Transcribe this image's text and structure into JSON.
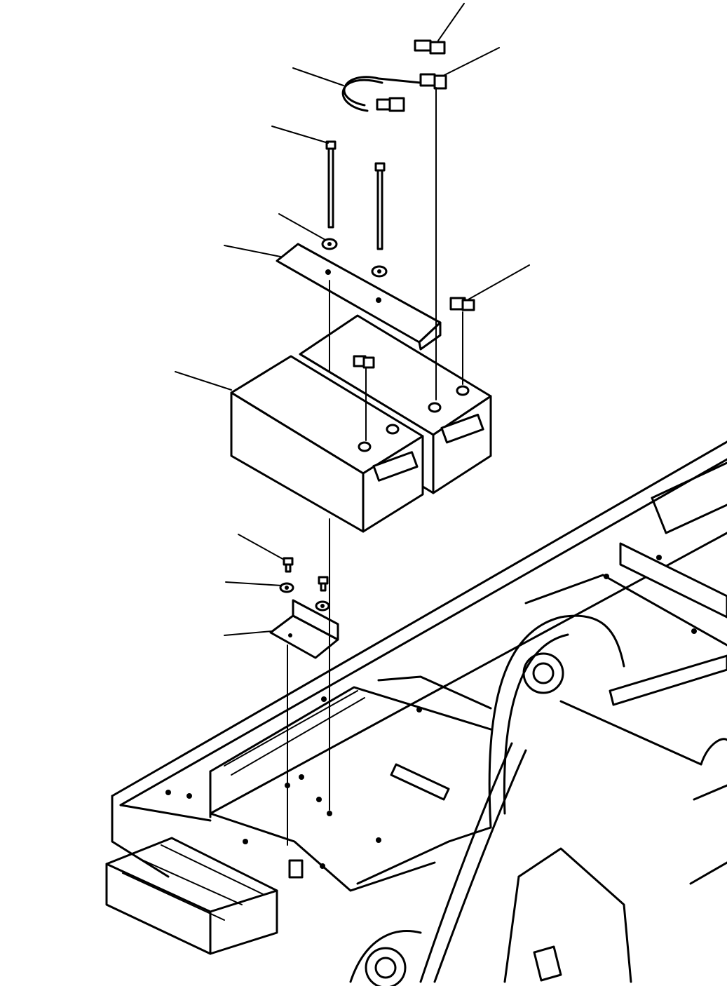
{
  "diagram": {
    "kind": "exploded-parts-view",
    "labels_printed": false,
    "parts": [
      {
        "id": "top-connector",
        "icon": "connector-icon"
      },
      {
        "id": "ground-cable",
        "icon": "cable-icon"
      },
      {
        "id": "cable-clamp",
        "icon": "clamp-icon"
      },
      {
        "id": "long-bolt",
        "icon": "bolt-icon"
      },
      {
        "id": "washer",
        "icon": "washer-icon"
      },
      {
        "id": "hold-down-bracket",
        "icon": "bracket-icon"
      },
      {
        "id": "terminal-clamp",
        "icon": "clamp-icon"
      },
      {
        "id": "battery",
        "icon": "battery-icon"
      },
      {
        "id": "small-bolt",
        "icon": "bolt-icon"
      },
      {
        "id": "small-washer",
        "icon": "washer-icon"
      },
      {
        "id": "battery-stop-bracket",
        "icon": "bracket-icon"
      },
      {
        "id": "revolving-frame",
        "icon": "frame-icon"
      }
    ]
  }
}
